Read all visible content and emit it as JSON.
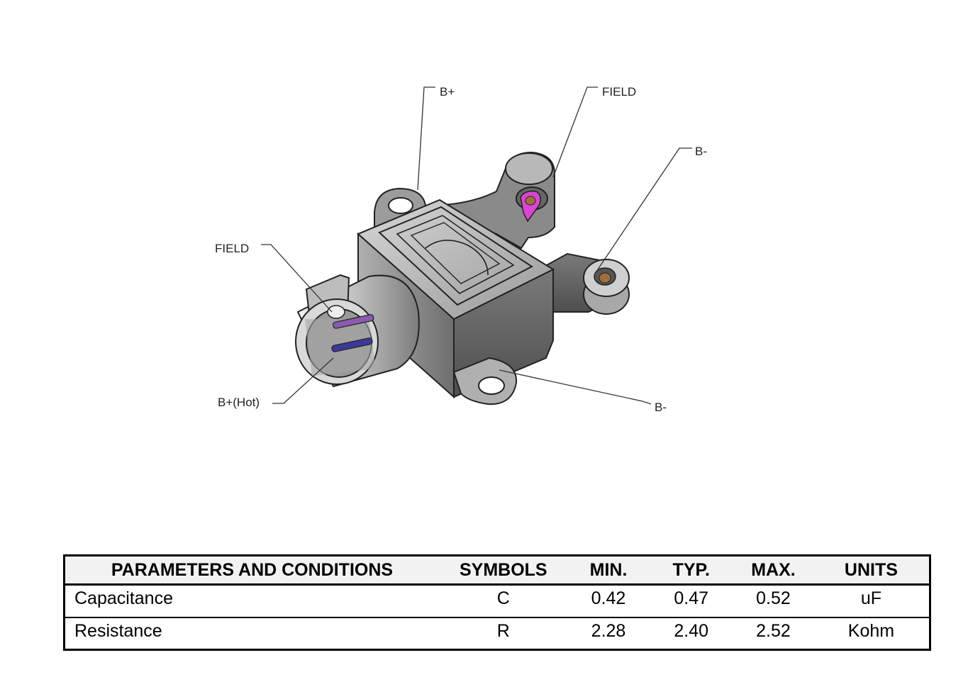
{
  "diagram": {
    "labels": {
      "b_plus_top": "B+",
      "field_top": "FIELD",
      "b_minus_right": "B-",
      "field_left": "FIELD",
      "b_plus_hot": "B+(Hot)",
      "b_minus_bottom": "B-"
    }
  },
  "table": {
    "headers": [
      "PARAMETERS AND CONDITIONS",
      "SYMBOLS",
      "MIN.",
      "TYP.",
      "MAX.",
      "UNITS"
    ],
    "rows": [
      {
        "parameter": "Capacitance",
        "symbol": "C",
        "min": "0.42",
        "typ": "0.47",
        "max": "0.52",
        "units": "uF"
      },
      {
        "parameter": "Resistance",
        "symbol": "R",
        "min": "2.28",
        "typ": "2.40",
        "max": "2.52",
        "units": "Kohm"
      }
    ]
  },
  "colors": {
    "body_gray": "#8e8e8e",
    "dark_gray": "#5a5a5a",
    "light_gray": "#c8c8c8",
    "pin_purple": "#8a5ab0",
    "pin_blue": "#3a3a9a",
    "accent_magenta": "#d946d0",
    "bushing_bronze": "#a0703c"
  }
}
